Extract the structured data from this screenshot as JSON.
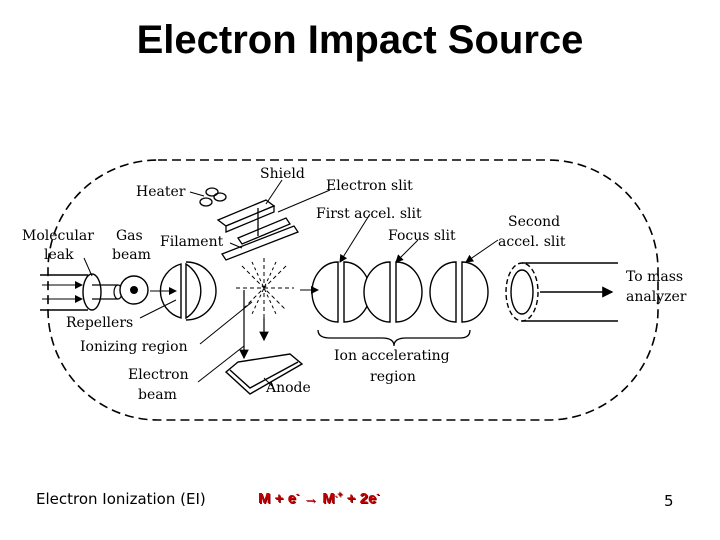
{
  "slide": {
    "title": "Electron Impact Source",
    "footer_label": "Electron Ionization (EI)",
    "equation": {
      "lhs": "M + e",
      "lhs_sup": "-",
      "arrow": "→",
      "rhs_ion": "M",
      "rhs_ion_sup": ".+",
      "rhs_rest": " + 2e",
      "rhs_rest_sup": "-"
    },
    "page_number": "5"
  },
  "diagram": {
    "labels": {
      "heater": "Heater",
      "shield": "Shield",
      "electron_slit": "Electron slit",
      "first_accel_slit": "First accel. slit",
      "second_accel_slit_1": "Second",
      "second_accel_slit_2": "accel. slit",
      "molecular_leak_1": "Molecular",
      "molecular_leak_2": "leak",
      "gas_beam_1": "Gas",
      "gas_beam_2": "beam",
      "filament": "Filament",
      "focus_slit": "Focus slit",
      "to_mass_analyzer_1": "To mass",
      "to_mass_analyzer_2": "analyzer",
      "repellers": "Repellers",
      "ionizing_region": "Ionizing region",
      "ion_accelerating_region_1": "Ion accelerating",
      "ion_accelerating_region_2": "region",
      "electron_beam_1": "Electron",
      "electron_beam_2": "beam",
      "anode": "Anode"
    }
  }
}
